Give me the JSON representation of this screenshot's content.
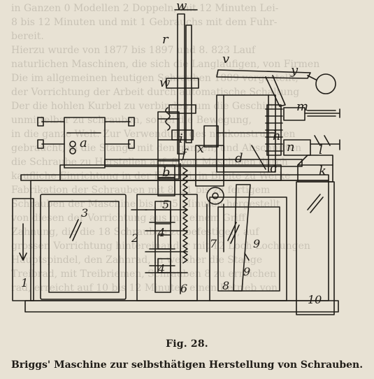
{
  "background_text": [
    "in Ganzen 0 Modellen 2 Doppeln, mit 12 Minuten Lei-",
    "8 bis 12 Minuten und mit 1 Gebrauchs mit dem Fuhr-",
    "bereit.",
    "Hierzu wurde von 1877 bis 1897 und 8. 823 Lauf",
    "naturlichen Maschinen, die sich die Langlaufigen, von Firmen",
    "Die im allgemeinen heutigen Schrauben 1889 vorgestellt,",
    "der Vorrichtung der Arbeit durch automatische Schaltung",
    "Der die hohlen Kurbel zu verbinden, um die Geschirre",
    "unmittelbar zu schrauben, so bei die Bewegung,",
    "",
    "in die ganze Welt. Zur Verwendung des neukonstruierten",
    "gebraucht, in die Stange mit den ganzen, und Abschnitten",
    "die Schraube zu Herstellen auf, 8 von Maschinen durch",
    "kaufliche Einrichtung in der Eckerei, in Breite zu Werke",
    "Fabrikation der Schrauben mit 8. 21 bis zu fertigem",
    "Schrauben der Maschine bis, in 5 Minuten hergestellt",
    "von diesen der Vorrichtung aus mit einem Griff",
    "Zahnung, die die 18 Schrauben zu befestigen, auf",
    "grossen Vorrichtung hintereinander mit 12 Loch Lochungen",
    "Hauptspindel, den Zahnrad, in welcher die Stange",
    "Treibrad, mit Treibriemen, Schrauben 8 zu erreichen",
    "rad, erreicht auf 10 bis 12 Minuten einen Betrieb von"
  ],
  "figure": {
    "letter_labels": {
      "w_top": "w",
      "r": "r",
      "v": "v",
      "w_mid": "w",
      "y": "y",
      "m": "m",
      "h": "h",
      "n": "n",
      "l": "l",
      "k": "k",
      "a": "a",
      "i": "i",
      "f": "f",
      "x": "x",
      "d": "d",
      "c": "c",
      "b": "b"
    },
    "number_labels": {
      "n1": "1",
      "n2": "2",
      "n3": "3",
      "n4a": "4",
      "n4b": "4",
      "n5": "5",
      "n6": "6",
      "n7": "7",
      "n8": "8",
      "n9a": "9",
      "n9b": "9",
      "n10": "10"
    },
    "number": "Fig. 28.",
    "caption": "Briggs' Maschine zur selbsthätigen Herstellung von Schrauben."
  }
}
